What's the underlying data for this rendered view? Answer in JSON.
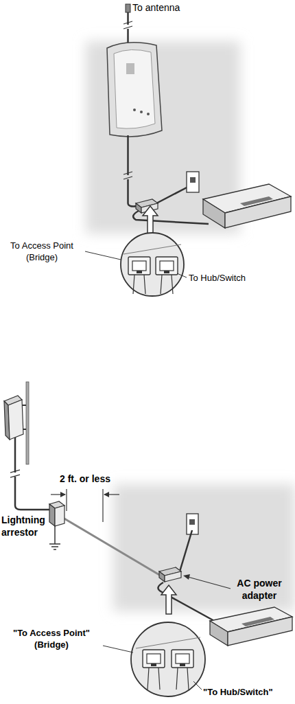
{
  "diagram": {
    "labels": [
      "To antenna",
      "To Access Point (Bridge)",
      "To Hub/Switch",
      "2 ft. or less",
      "Lightning arrestor",
      "AC power adapter",
      "\"To Access Point\" (Bridge)",
      "\"To Hub/Switch\""
    ]
  }
}
